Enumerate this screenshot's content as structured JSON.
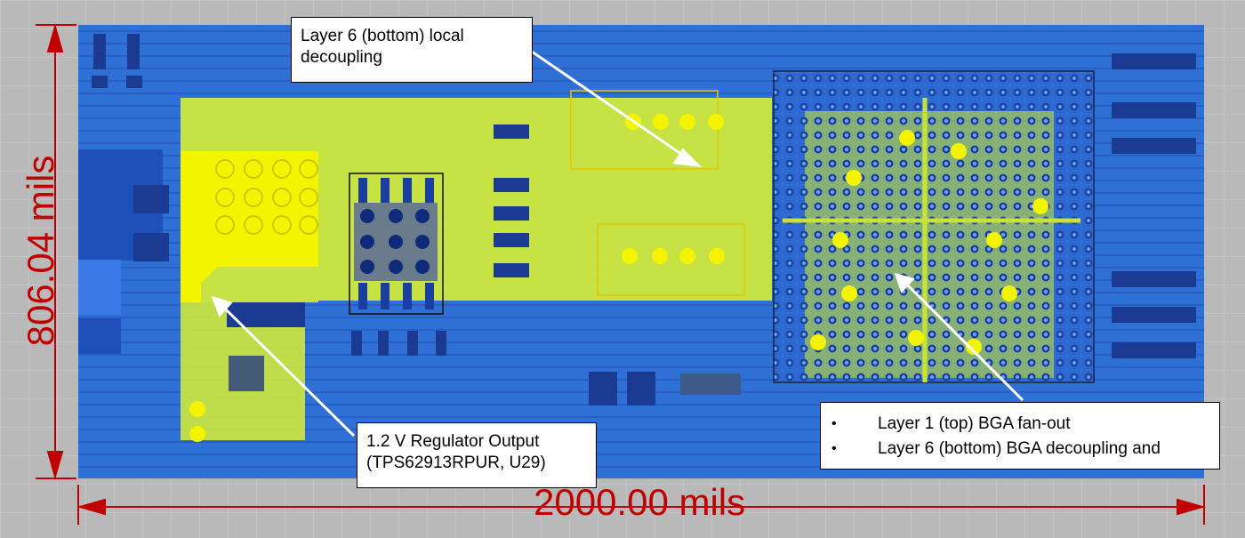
{
  "callouts": {
    "decoupling": [
      "Layer 6 (bottom) local",
      "decoupling"
    ],
    "regulator": [
      "1.2 V Regulator Output",
      "(TPS62913RPUR, U29)"
    ],
    "bga": {
      "bullet": "•",
      "items": [
        "Layer 1 (top) BGA fan-out",
        "Layer 6 (bottom) BGA decoupling and"
      ]
    }
  },
  "dimensions": {
    "width": "2000.00 mils",
    "height": "806.04 mils"
  },
  "colors": {
    "board": "#2f6fd6",
    "copper_pour": "#d2ea3a",
    "regulator_pour": "#f4f400",
    "dimension": "#c00000",
    "grid_background": "#b9b9b9"
  }
}
